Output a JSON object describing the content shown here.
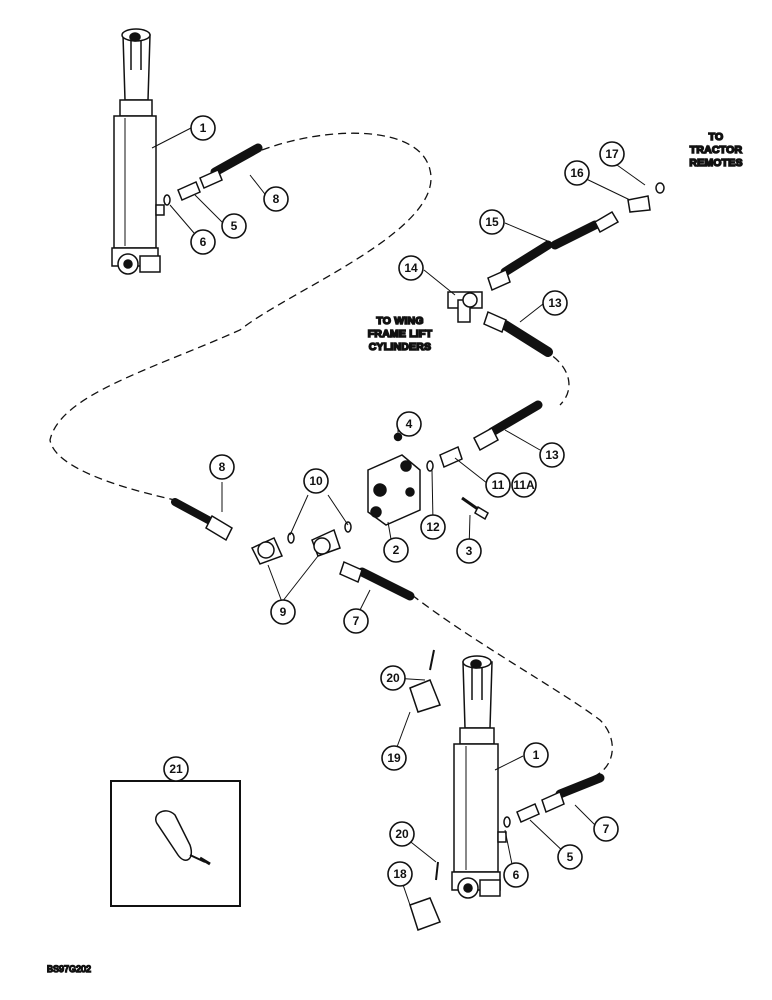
{
  "notes": {
    "tractor_line1": "TO",
    "tractor_line2": "TRACTOR",
    "tractor_line3": "REMOTES",
    "wing_line1": "TO WING",
    "wing_line2": "FRAME LIFT",
    "wing_line3": "CYLINDERS"
  },
  "drawing_code": "BS97G202",
  "callouts": {
    "c1_top": "1",
    "c1_bottom": "1",
    "c2": "2",
    "c3": "3",
    "c4": "4",
    "c5_top": "5",
    "c5_bottom": "5",
    "c6_top": "6",
    "c6_bottom": "6",
    "c7_mid": "7",
    "c7_bottom": "7",
    "c8_top": "8",
    "c8_left": "8",
    "c9": "9",
    "c10": "10",
    "c11": "11",
    "c11a": "11A",
    "c12": "12",
    "c13_upper": "13",
    "c13_lower": "13",
    "c14": "14",
    "c15": "15",
    "c16": "16",
    "c17": "17",
    "c18": "18",
    "c19": "19",
    "c20_upper": "20",
    "c20_lower": "20",
    "c21": "21"
  }
}
